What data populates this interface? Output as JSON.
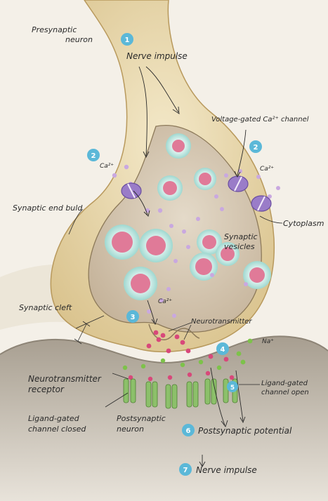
{
  "labels": {
    "presynaptic_neuron": [
      "Presynaptic",
      "neuron"
    ],
    "nerve_impulse_top": "Nerve impulse",
    "voltage_gated_channel": "Voltage-gated Ca²⁺ channel",
    "ca_left": "Ca²⁺",
    "ca_right": "Ca²⁺",
    "ca_bottom": "Ca²⁺",
    "synaptic_end_bulb": "Synaptic end buld",
    "cytoplasm": "Cytoplasm",
    "synaptic_vesicles": [
      "Synaptic",
      "vesicles"
    ],
    "synaptic_cleft": "Synaptic cleft",
    "neurotransmitter": "Neurotransmitter",
    "na": "Na⁺",
    "neurotransmitter_receptor": [
      "Neurotransmitter",
      "receptor"
    ],
    "ligand_gated_open": [
      "Ligand-gated",
      "channel open"
    ],
    "ligand_gated_closed": [
      "Ligand-gated",
      "channel closed"
    ],
    "postsynaptic_neuron": [
      "Postsynaptic",
      "neuron"
    ],
    "postsynaptic_potential": "Postsynaptic potential",
    "nerve_impulse_bottom": "Nerve impulse"
  },
  "steps": {
    "s1": "1",
    "s2a": "2",
    "s2b": "2",
    "s3": "3",
    "s4": "4",
    "s5": "5",
    "s6": "6",
    "s7": "7"
  },
  "colors": {
    "paper": "#f4f0e8",
    "membrane": "#e9d9b0",
    "membrane_shadow": "#c9ad78",
    "cytoplasm": "#d8cbb8",
    "postsynaptic": "#bfb6a8",
    "vesicle_shell": "#bfe6e2",
    "vesicle_core": "#e07a98",
    "calcium": "#c9a8e0",
    "neurotransmitter": "#d8487a",
    "sodium": "#7dc24a",
    "receptor": "#8cc06a",
    "channel": "#9a7cc8",
    "step_badge": "#5bb8d8"
  }
}
